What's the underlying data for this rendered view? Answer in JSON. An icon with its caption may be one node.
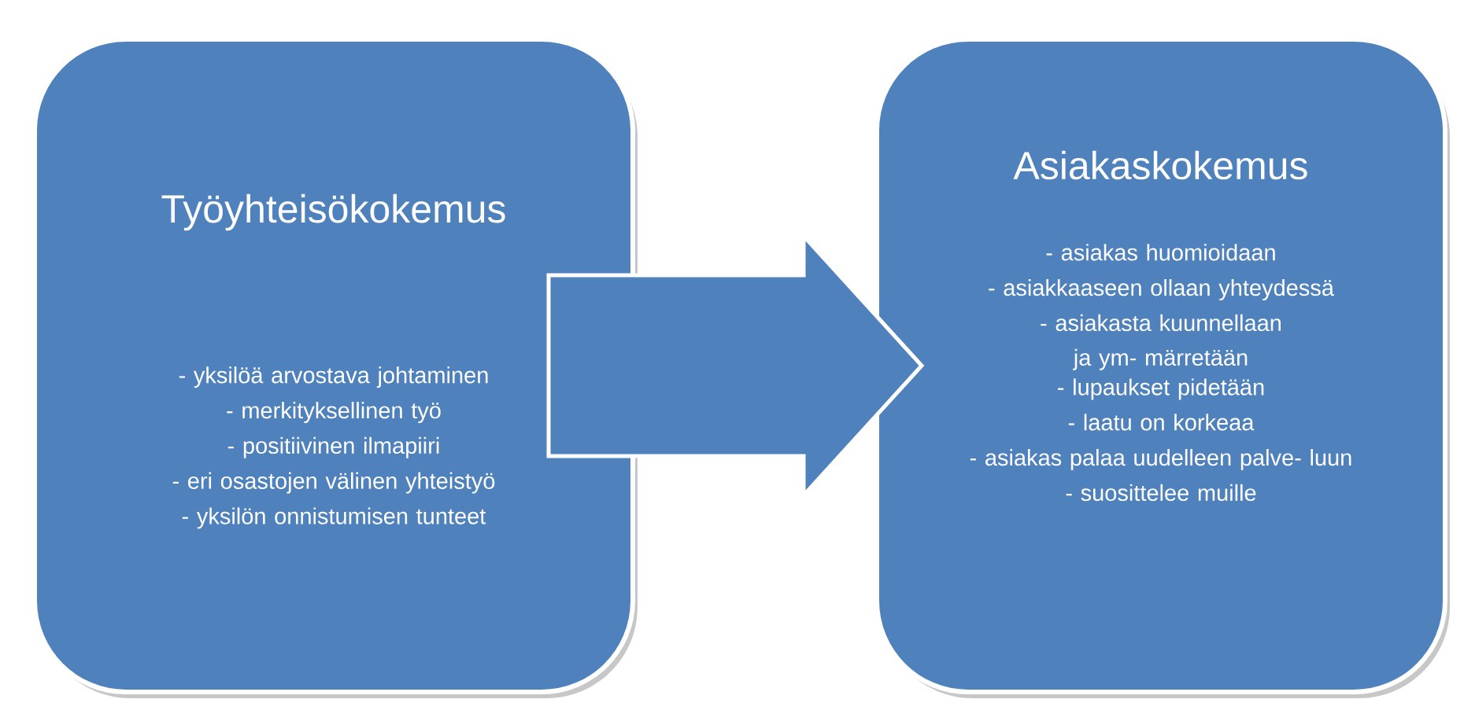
{
  "diagram": {
    "nodes": [
      {
        "text": [
          "Työyhteisökokemus",
          "- yksilöä arvostava johtaminen",
          "- merkityksellinen työ",
          "- positiivinen ilmapiiri",
          "- eri osastojen välinen yhteistyö",
          "- yksilön onnistumisen tunteet"
        ]
      },
      {
        "text": [
          "Asiakaskokemus",
          "- asiakas huomioidaan",
          "- asiakkaaseen ollaan yhteydessä",
          "- asiakasta kuunnellaan ja ym- märretään",
          "- lupaukset pidetään",
          "- laatu on korkeaa",
          "- asiakas palaa uudelleen palve- luun",
          "- suosittelee muille"
        ]
      }
    ],
    "edges": [
      {
        "from": 0,
        "to": 1,
        "arrow": "to"
      }
    ]
  }
}
